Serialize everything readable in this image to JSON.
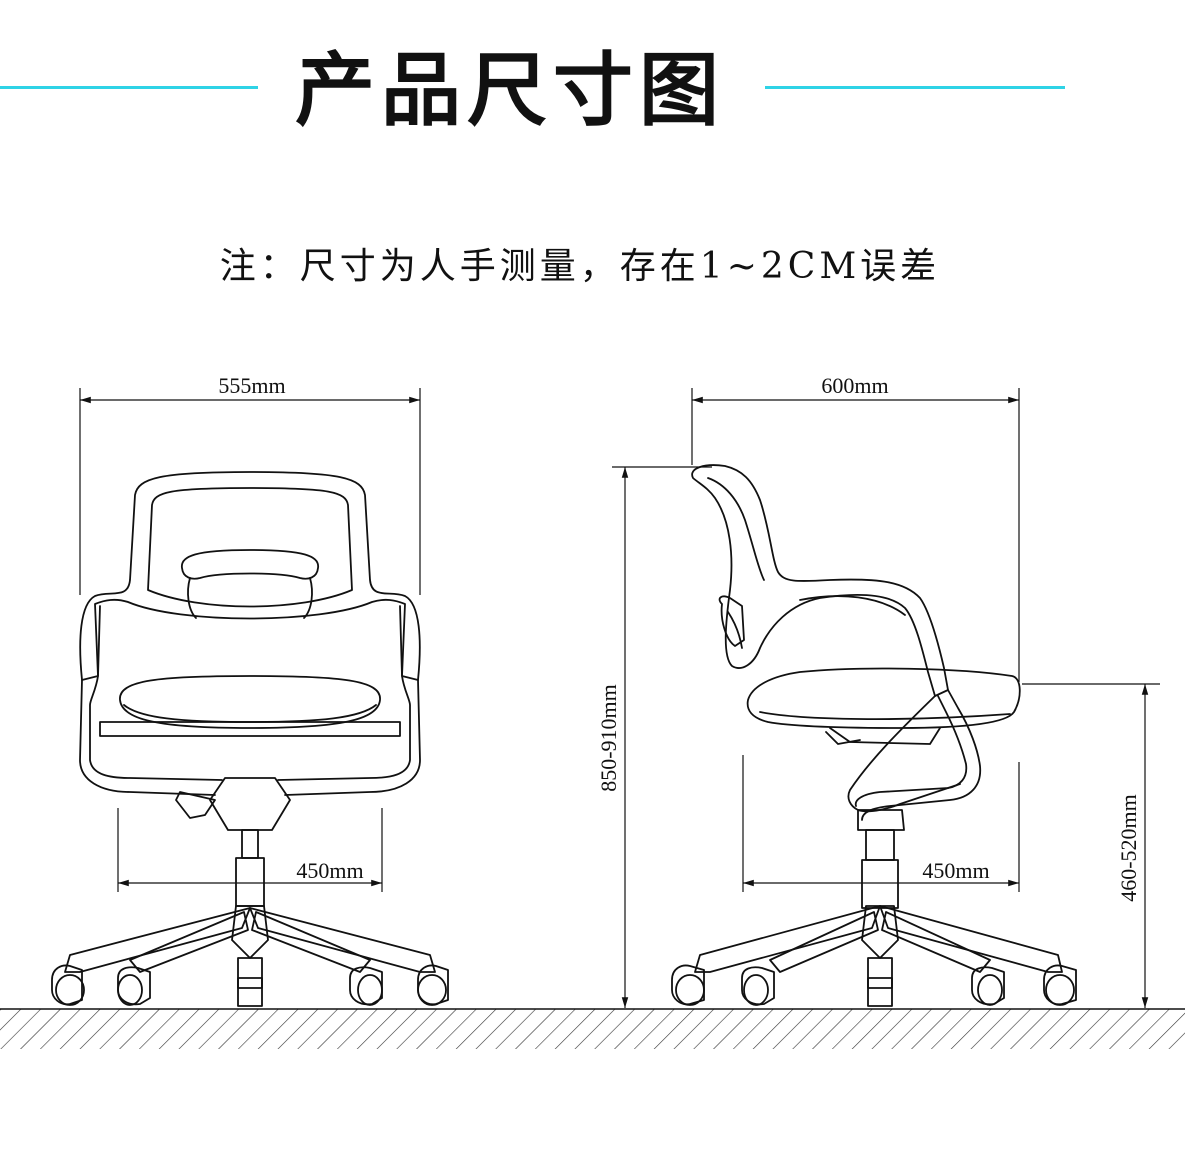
{
  "header": {
    "title": "产品尺寸图",
    "accent_color": "#2fd3e6"
  },
  "note": "注：尺寸为人手测量，存在1~2CM误差",
  "front_view": {
    "width_label": "555mm",
    "base_width_label": "450mm"
  },
  "side_view": {
    "depth_label": "600mm",
    "base_width_label": "450mm",
    "overall_height_label": "850-910mm",
    "seat_height_label": "460-520mm"
  }
}
